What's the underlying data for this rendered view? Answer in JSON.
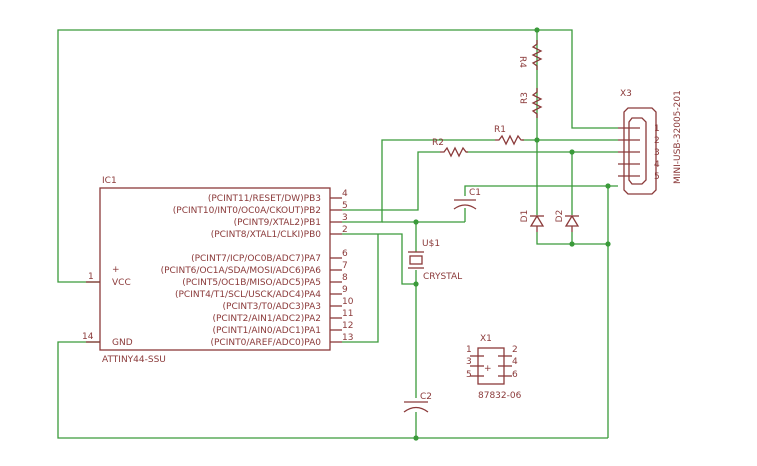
{
  "ic1": {
    "ref": "IC1",
    "value": "ATTINY44-SSU",
    "left_pins": [
      {
        "num": "1",
        "name": "VCC"
      },
      {
        "num": "14",
        "name": "GND"
      }
    ],
    "right_pins": [
      {
        "num": "4",
        "name": "(PCINT11/RESET/DW)PB3"
      },
      {
        "num": "5",
        "name": "(PCINT10/INT0/OC0A/CKOUT)PB2"
      },
      {
        "num": "3",
        "name": "(PCINT9/XTAL2)PB1"
      },
      {
        "num": "2",
        "name": "(PCINT8/XTAL1/CLKI)PB0"
      },
      {
        "num": "6",
        "name": "(PCINT7/ICP/OC0B/ADC7)PA7"
      },
      {
        "num": "7",
        "name": "(PCINT6/OC1A/SDA/MOSI/ADC6)PA6"
      },
      {
        "num": "8",
        "name": "(PCINT5/OC1B/MISO/ADC5)PA5"
      },
      {
        "num": "9",
        "name": "(PCINT4/T1/SCL/USCK/ADC4)PA4"
      },
      {
        "num": "10",
        "name": "(PCINT3/T0/ADC3)PA3"
      },
      {
        "num": "11",
        "name": "(PCINT2/AIN1/ADC2)PA2"
      },
      {
        "num": "12",
        "name": "(PCINT1/AIN0/ADC1)PA1"
      },
      {
        "num": "13",
        "name": "(PCINT0/AREF/ADC0)PA0"
      }
    ]
  },
  "x3": {
    "ref": "X3",
    "value": "MINI-USB-32005-201",
    "pins": [
      "1",
      "2",
      "3",
      "4",
      "5"
    ]
  },
  "x1": {
    "ref": "X1",
    "value": "87832-06",
    "pins": [
      "1",
      "2",
      "3",
      "4",
      "5",
      "6"
    ]
  },
  "resistors": {
    "r1": "R1",
    "r2": "R2",
    "r3": "R3",
    "r4": "R4"
  },
  "capacitors": {
    "c1": "C1",
    "c2": "C2"
  },
  "diodes": {
    "d1": "D1",
    "d2": "D2"
  },
  "crystal": {
    "ref": "U$1",
    "value": "CRYSTAL"
  },
  "colors": {
    "wire": "#3a9a3a",
    "part": "#8b3a3a",
    "background": "#ffffff"
  }
}
